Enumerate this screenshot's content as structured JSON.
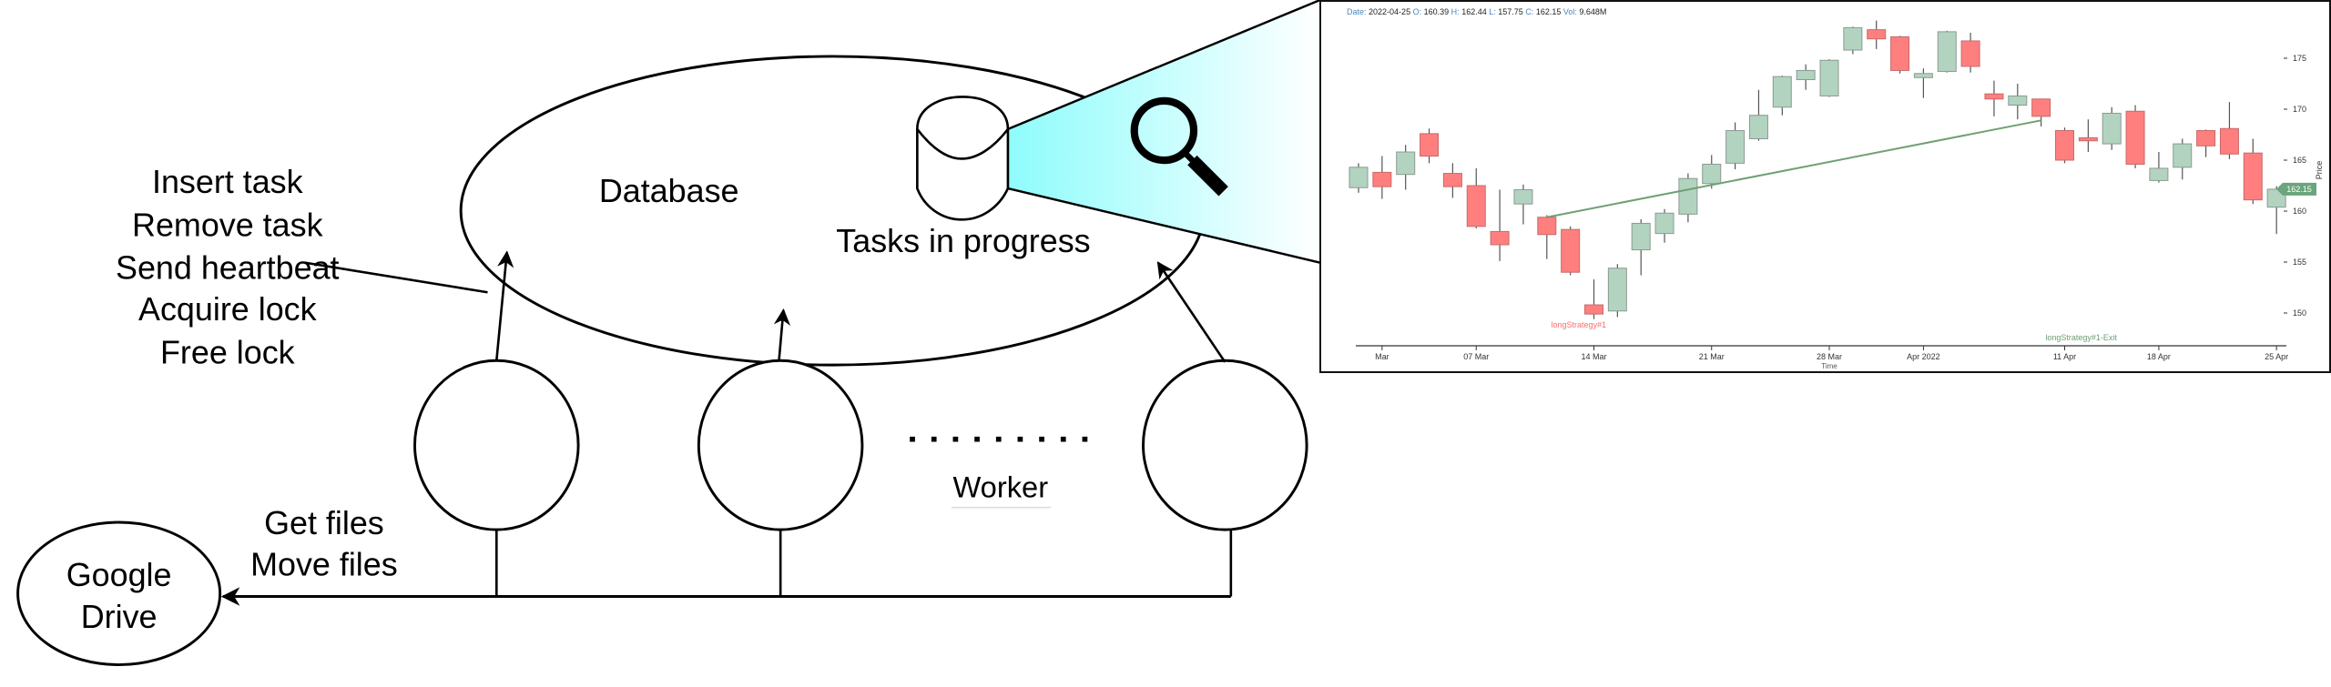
{
  "diagram": {
    "database_label": "Database",
    "tasks_label": "Tasks in progress",
    "operations": [
      "Insert task",
      "Remove task",
      "Send heartbeat",
      "Acquire lock",
      "Free lock"
    ],
    "worker_label": "Worker",
    "drive_ops": [
      "Get files",
      "Move files"
    ],
    "drive_label_1": "Google",
    "drive_label_2": "Drive",
    "beam_color": "#8ffcfc"
  },
  "chart_data": {
    "type": "candlestick",
    "legend": {
      "date_key": "Date:",
      "date": "2022-04-25",
      "o_key": "O:",
      "o": "160.39",
      "h_key": "H:",
      "h": "162.44",
      "l_key": "L:",
      "l": "157.75",
      "c_key": "C:",
      "c": "162.15",
      "vol_key": "Vol:",
      "vol": "9.648M"
    },
    "xlabel": "Time",
    "ylabel": "Price",
    "ylim": [
      147,
      179
    ],
    "yticks": [
      150,
      155,
      160,
      165,
      170,
      175
    ],
    "xticks": [
      {
        "index": 1,
        "label": "Mar"
      },
      {
        "index": 5,
        "label": "07 Mar"
      },
      {
        "index": 10,
        "label": "14 Mar"
      },
      {
        "index": 15,
        "label": "21 Mar"
      },
      {
        "index": 20,
        "label": "28 Mar"
      },
      {
        "index": 24,
        "label": "Apr 2022"
      },
      {
        "index": 30,
        "label": "11 Apr"
      },
      {
        "index": 34,
        "label": "18 Apr"
      },
      {
        "index": 39,
        "label": "25 Apr"
      }
    ],
    "current_price": "162.15",
    "colors": {
      "up": "#b3d3c1",
      "down": "#ff7f7f",
      "trade": "#6fa072",
      "entry": "#ff6b6b",
      "exit": "#6fa072",
      "badge": "#6aa57c"
    },
    "candles": [
      [
        "2022-02-28",
        162.3,
        164.7,
        161.8,
        164.3
      ],
      [
        "2022-03-01",
        163.8,
        165.4,
        161.2,
        162.4
      ],
      [
        "2022-03-02",
        163.6,
        166.5,
        162.1,
        165.8
      ],
      [
        "2022-03-03",
        167.6,
        168.1,
        164.7,
        165.4
      ],
      [
        "2022-03-04",
        163.7,
        164.7,
        161.3,
        162.4
      ],
      [
        "2022-03-07",
        162.5,
        164.2,
        158.3,
        158.5
      ],
      [
        "2022-03-08",
        158.0,
        162.1,
        155.1,
        156.7
      ],
      [
        "2022-03-09",
        160.7,
        162.6,
        158.7,
        162.1
      ],
      [
        "2022-03-10",
        159.4,
        159.6,
        155.3,
        157.7
      ],
      [
        "2022-03-11",
        158.2,
        158.5,
        153.7,
        154.0
      ],
      [
        "2022-03-14",
        150.8,
        153.3,
        149.4,
        149.9
      ],
      [
        "2022-03-15",
        150.2,
        154.8,
        149.6,
        154.4
      ],
      [
        "2022-03-16",
        156.2,
        159.2,
        153.7,
        158.8
      ],
      [
        "2022-03-17",
        157.8,
        160.2,
        156.9,
        159.8
      ],
      [
        "2022-03-18",
        159.7,
        163.7,
        158.9,
        163.2
      ],
      [
        "2022-03-21",
        162.7,
        165.5,
        162.2,
        164.6
      ],
      [
        "2022-03-22",
        164.7,
        168.7,
        164.1,
        167.9
      ],
      [
        "2022-03-23",
        167.1,
        171.9,
        166.9,
        169.4
      ],
      [
        "2022-03-24",
        170.2,
        173.3,
        169.4,
        173.2
      ],
      [
        "2022-03-25",
        172.9,
        174.4,
        171.9,
        173.8
      ],
      [
        "2022-03-28",
        171.3,
        174.9,
        171.2,
        174.8
      ],
      [
        "2022-03-29",
        175.8,
        178.1,
        175.4,
        178.0
      ],
      [
        "2022-03-30",
        177.8,
        178.7,
        175.9,
        176.9
      ],
      [
        "2022-03-31",
        177.1,
        177.2,
        173.5,
        173.8
      ],
      [
        "2022-04-01",
        173.1,
        174.0,
        171.1,
        173.5
      ],
      [
        "2022-04-04",
        173.7,
        177.7,
        173.6,
        177.6
      ],
      [
        "2022-04-05",
        176.7,
        177.5,
        173.6,
        174.2
      ],
      [
        "2022-04-06",
        171.5,
        172.8,
        169.3,
        171.0
      ],
      [
        "2022-04-07",
        170.4,
        172.5,
        169.0,
        171.3
      ],
      [
        "2022-04-08",
        171.0,
        171.0,
        168.3,
        169.3
      ],
      [
        "2022-04-11",
        167.9,
        168.2,
        164.7,
        165.0
      ],
      [
        "2022-04-12",
        167.2,
        169.0,
        165.8,
        166.9
      ],
      [
        "2022-04-13",
        166.6,
        170.2,
        166.0,
        169.6
      ],
      [
        "2022-04-14",
        169.8,
        170.4,
        164.2,
        164.6
      ],
      [
        "2022-04-18",
        163.0,
        165.8,
        162.8,
        164.2
      ],
      [
        "2022-04-19",
        164.3,
        167.1,
        163.1,
        166.6
      ],
      [
        "2022-04-20",
        167.9,
        168.0,
        165.3,
        166.4
      ],
      [
        "2022-04-21",
        168.1,
        170.7,
        165.1,
        165.6
      ],
      [
        "2022-04-22",
        165.7,
        167.1,
        160.7,
        161.1
      ],
      [
        "2022-04-25",
        160.39,
        162.44,
        157.75,
        162.15
      ]
    ],
    "trade": {
      "entry_index": 8,
      "entry_price": 159.4,
      "exit_index": 29,
      "exit_price": 168.9,
      "entry_label": "longStrategy#1",
      "exit_label": "longStrategy#1-Exit"
    }
  }
}
